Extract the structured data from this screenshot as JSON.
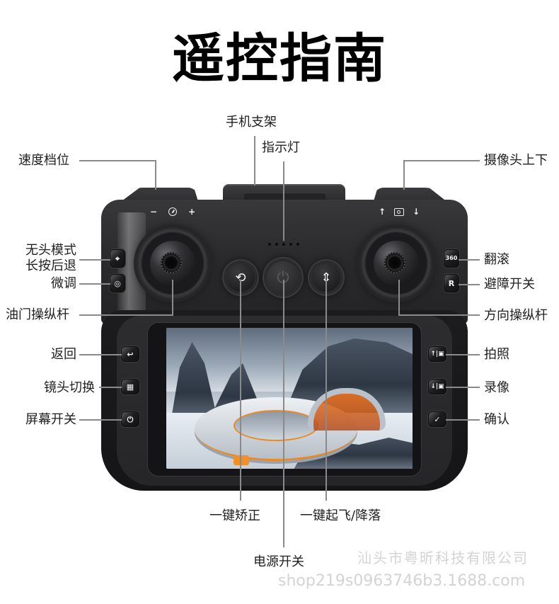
{
  "title": "遥控指南",
  "labels": {
    "phone_mount": "手机支架",
    "indicator_light": "指示灯",
    "speed_gear": "速度档位",
    "camera_tilt": "摄像头上下",
    "headless_mode_line1": "无头模式",
    "headless_mode_line2": "长按后退",
    "trim": "微调",
    "throttle_stick": "油门操纵杆",
    "flip": "翻滚",
    "obstacle_avoidance": "避障开关",
    "direction_stick": "方向操纵杆",
    "back": "返回",
    "lens_switch": "镜头切换",
    "screen_switch": "屏幕开关",
    "photo": "拍照",
    "video": "录像",
    "confirm": "确认",
    "one_key_calibrate": "一键矫正",
    "one_key_takeoff_land": "一键起飞/降落",
    "power_switch": "电源开关"
  },
  "controller": {
    "speed_icons": {
      "minus": "−",
      "gauge": "gauge-icon",
      "plus": "+"
    },
    "camera_icons": {
      "up": "↑",
      "camera": "camera-icon",
      "down": "↓"
    },
    "led_count": 5,
    "buttons": {
      "headless": "⌖",
      "trim": "◎",
      "flip": "360",
      "avoid": "R",
      "back": "↩",
      "lens": "▦",
      "screen": "⏻",
      "photo": "↑|▣",
      "video": "↓|▣",
      "confirm": "✓",
      "calibrate": "⟲",
      "power": "⏻",
      "takeoff": "⇕"
    }
  },
  "watermark": {
    "company": "汕头市粤昕科技有限公司",
    "url": "shop219s0963746b3.1688.com"
  }
}
